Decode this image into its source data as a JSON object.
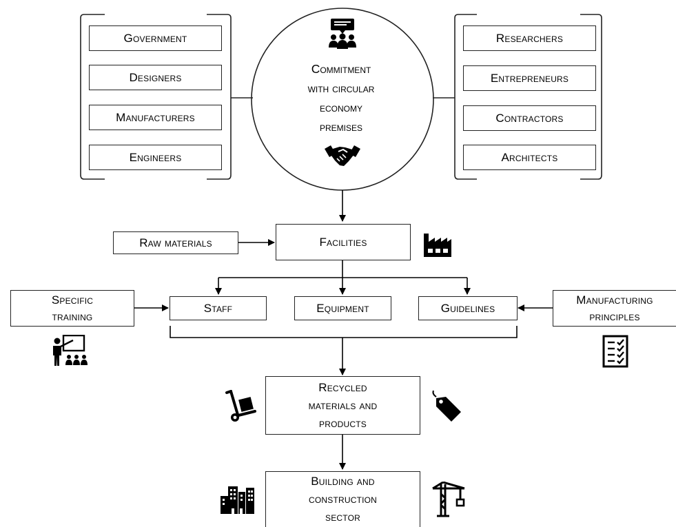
{
  "left_group": {
    "items": [
      "Government",
      "Designers",
      "Manufacturers",
      "Engineers"
    ]
  },
  "right_group": {
    "items": [
      "Researchers",
      "Entrepreneurs",
      "Contractors",
      "Architects"
    ]
  },
  "center": {
    "lines": [
      "Commitment",
      "with circular",
      "economy",
      "premises"
    ],
    "top_icon": "meeting-icon",
    "bottom_icon": "handshake-icon"
  },
  "flow": {
    "raw_materials": "Raw materials",
    "facilities": "Facilities",
    "staff": "Staff",
    "equipment": "Equipment",
    "guidelines": "Guidelines",
    "specific_training": [
      "Specific",
      "training"
    ],
    "manufacturing_principles": [
      "Manufacturing",
      "principles"
    ],
    "recycled": [
      "Recycled",
      "materials and",
      "products"
    ],
    "building": [
      "Building and",
      "construction",
      "sector"
    ]
  },
  "icons": {
    "facilities": "factory-icon",
    "training": "teacher-presentation-icon",
    "principles": "checklist-icon",
    "recycled_left": "hand-truck-icon",
    "recycled_right": "price-tag-icon",
    "building_left": "buildings-icon",
    "building_right": "crane-icon"
  }
}
